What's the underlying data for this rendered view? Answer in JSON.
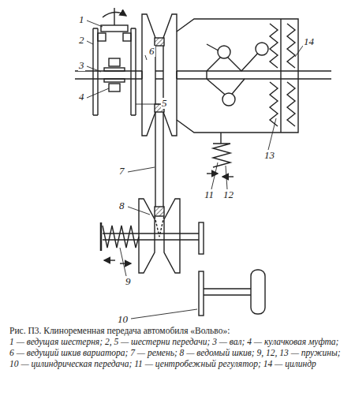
{
  "diagram": {
    "caption": "Рис. П3. Клиноременная передача автомобиля «Вольво»:",
    "labels": [
      "1",
      "2",
      "3",
      "4",
      "5",
      "6",
      "7",
      "8",
      "9",
      "10",
      "11",
      "12",
      "13",
      "14",
      "1 — ведущая шестерня; 2, 5 — шестерни передачи; 3 — вал; 4 — кулачковая муфта; 6 — ведущий шкив вариатора; 7 — ремень; 8 — ведомый шкив; 9, 12, 13 — пружины; 10 — цилиндрическая передача; 11 — центробежный регулятор; 14 — цилиндр"
    ]
  }
}
